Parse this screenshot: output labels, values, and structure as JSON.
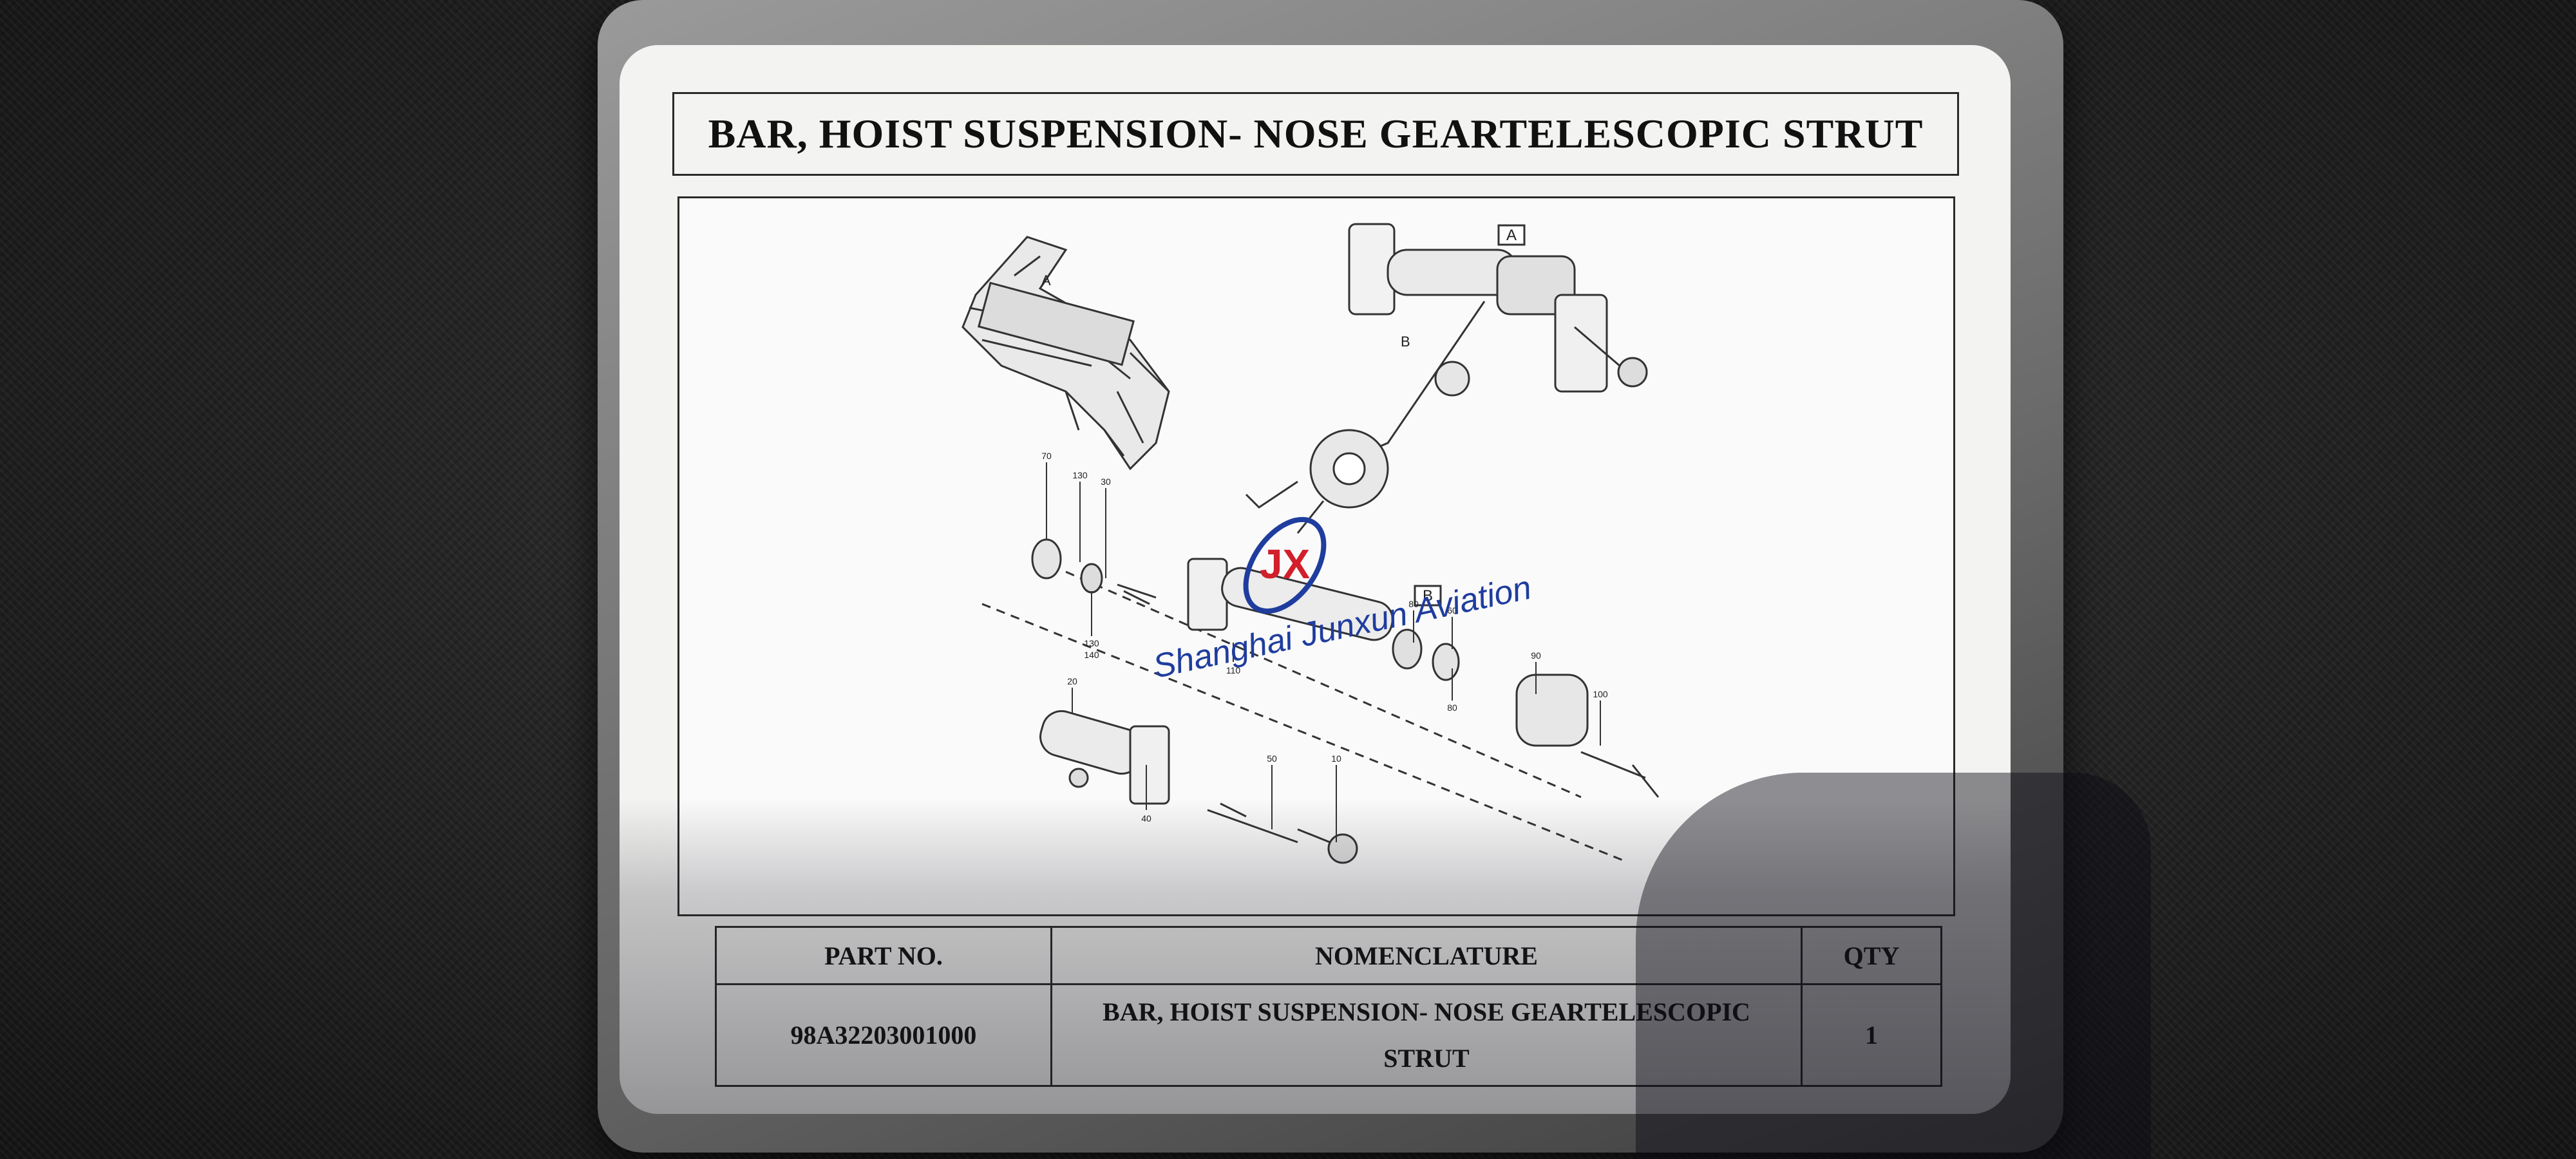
{
  "card": {
    "title": "BAR, HOIST SUSPENSION- NOSE GEARTELESCOPIC STRUT"
  },
  "figure": {
    "view_labels": [
      "A",
      "B"
    ],
    "inline_labels": [
      "A",
      "B"
    ],
    "callouts": [
      "70",
      "130",
      "30",
      "130",
      "140",
      "110",
      "80",
      "60",
      "80",
      "90",
      "100",
      "20",
      "40",
      "50",
      "10"
    ]
  },
  "watermark": {
    "logo_letters": "JX",
    "text": "Shanghai Junxun Aviation",
    "color": "#1f3d9e",
    "accent_color": "#d21f2b"
  },
  "table": {
    "headers": {
      "part_no": "PART NO.",
      "nomenclature": "NOMENCLATURE",
      "qty": "QTY"
    },
    "rows": [
      {
        "part_no": "98A32203001000",
        "nomenclature": "BAR, HOIST SUSPENSION- NOSE GEARTELESCOPIC STRUT",
        "qty": "1"
      }
    ]
  }
}
